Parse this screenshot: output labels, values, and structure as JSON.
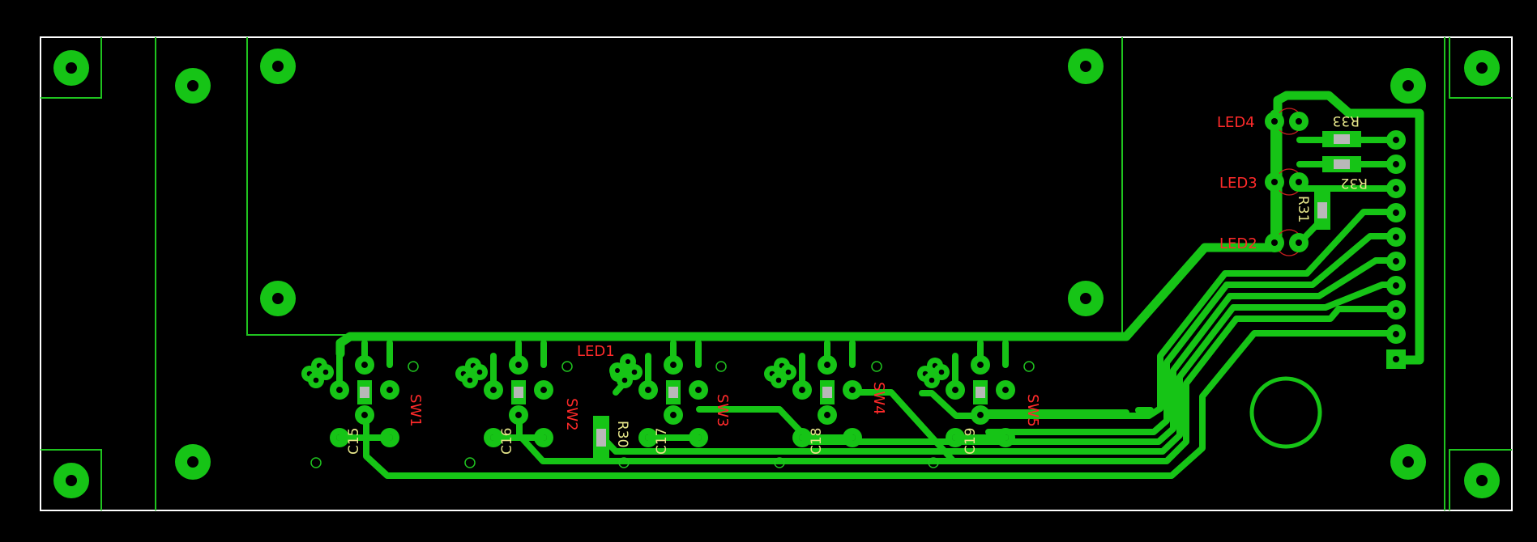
{
  "labels": {
    "led1": "LED1",
    "led2": "LED2",
    "led3": "LED3",
    "led4": "LED4",
    "r30": "R30",
    "r31": "R31",
    "r32": "R32",
    "r33": "R33",
    "sw1": "SW1",
    "sw2": "SW2",
    "sw3": "SW3",
    "sw4": "SW4",
    "sw5": "SW5",
    "c15": "C15",
    "c16": "C16",
    "c17": "C17",
    "c18": "C18",
    "c19": "C19"
  },
  "colors": {
    "background": "#000000",
    "board_outline": "#ffffff",
    "copper": "#16c416",
    "silkscreen_label": "#ff2a2a",
    "value_label": "#e6e68a"
  }
}
